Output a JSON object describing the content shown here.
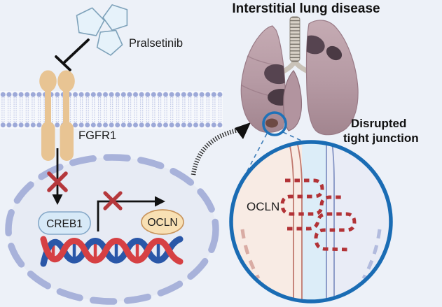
{
  "figure_title": "Interstitial lung disease",
  "left_panel": {
    "drug_label": "Pralsetinib",
    "receptor_label": "FGFR1",
    "tf_label": "CREB1",
    "gene_label": "OCLN"
  },
  "right_panel": {
    "disrupted_heading_line1": "Disrupted",
    "disrupted_heading_line2": "tight junction",
    "protein_label": "OCLN"
  },
  "icons": {
    "inhibition_bar": "⊣",
    "red_x_mark": "✕",
    "down_arrow": "↓",
    "transcription_arrow": "↳",
    "magnifier_circle": "○",
    "coil_arrow": "↝"
  },
  "colors": {
    "background": "#edf1f8",
    "membrane_head": "#9da9d8",
    "receptor_tan": "#e8c493",
    "nucleus_fill": "#e7ebf4",
    "nucleus_border": "#a8b2da",
    "creb1_fill": "#d7e9f7",
    "creb1_border": "#85a8c8",
    "ocln_fill": "#f8e0b4",
    "ocln_border": "#c9965f",
    "dna_blue": "#2a57a8",
    "dna_red": "#d64043",
    "inhibition_red": "#b5383c",
    "pentagon_fill": "#e6f2fa",
    "pentagon_border": "#7ea2ba",
    "lung_base": "#bea3ac",
    "lung_lesion": "#564450",
    "highlight_blue": "#1a6cb4",
    "tj_membrane_red": "#c0796f",
    "tj_membrane_blue": "#8494c4",
    "tj_protein_red": "#b23236"
  }
}
